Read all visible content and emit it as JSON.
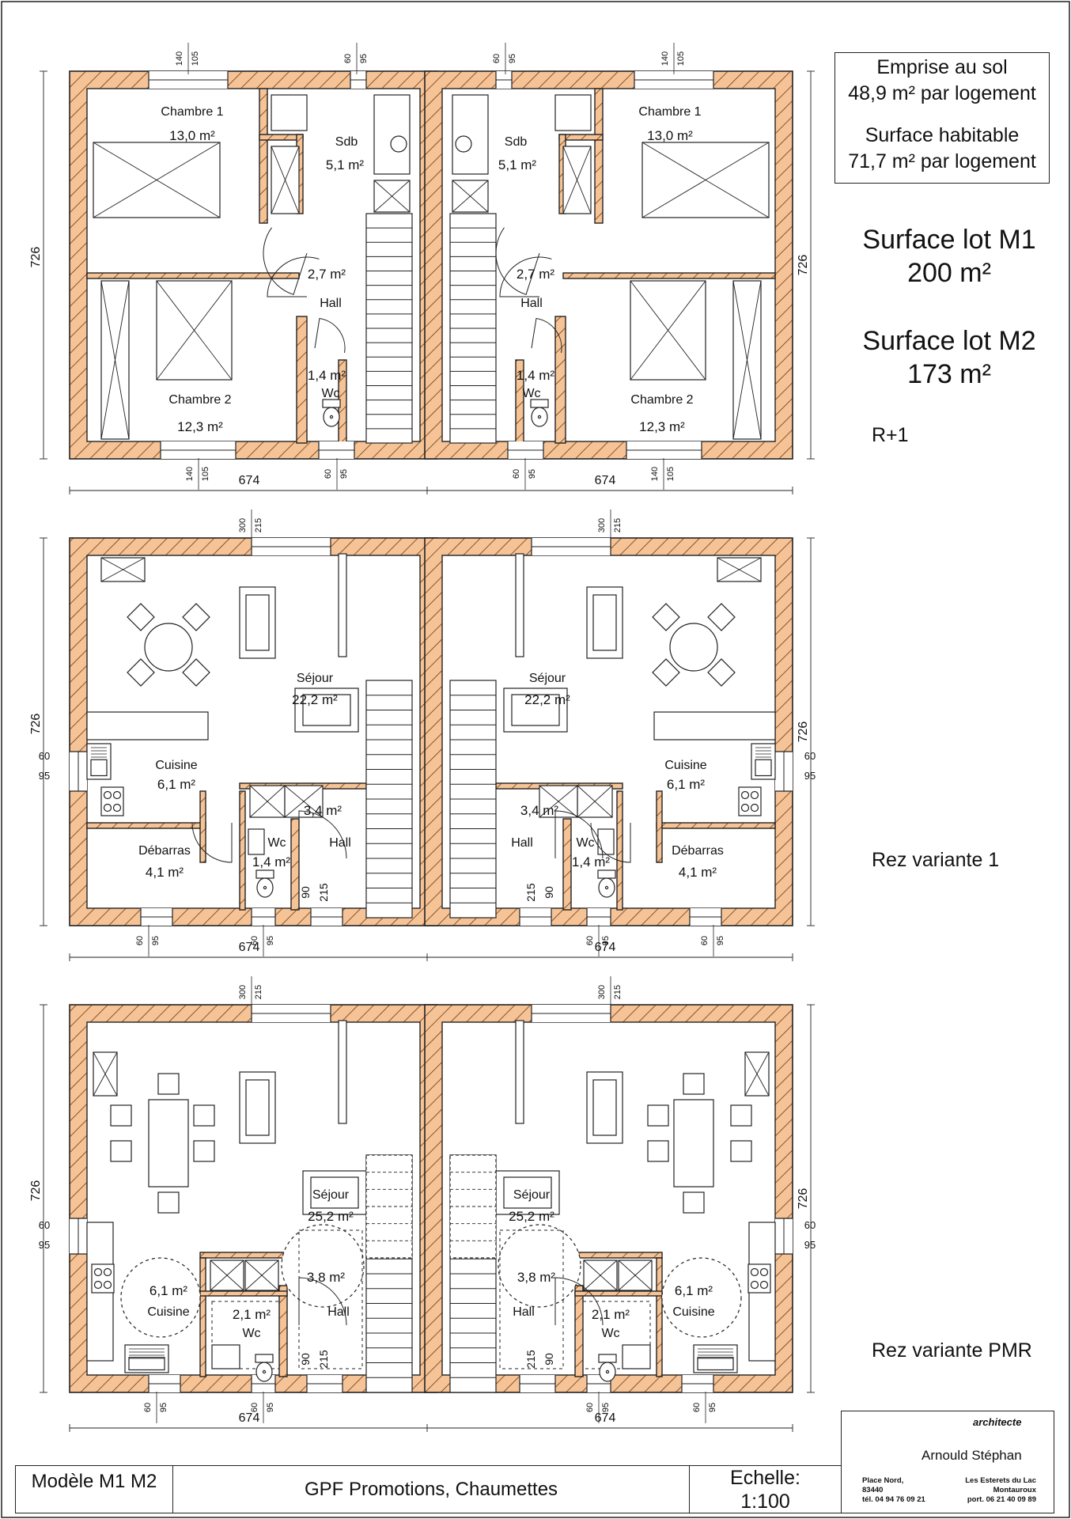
{
  "info": {
    "emprise_label": "Emprise au sol",
    "emprise_value": "48,9 m² par logement",
    "habitable_label": "Surface habitable",
    "habitable_value": "71,7 m² par logement"
  },
  "lots": {
    "m1_label": "Surface lot M1",
    "m1_value": "200 m²",
    "m2_label": "Surface lot M2",
    "m2_value": "173 m²"
  },
  "levels": {
    "r1": "R+1",
    "rez1": "Rez variante 1",
    "pmr": "Rez variante PMR"
  },
  "dims": {
    "width": "674",
    "depth": "726",
    "w140": "140",
    "w105": "105",
    "w60": "60",
    "w95": "95",
    "w300": "300",
    "w215": "215",
    "w90": "90"
  },
  "rooms": {
    "chambre1": "Chambre 1",
    "chambre1_area": "13,0 m²",
    "sdb": "Sdb",
    "sdb_area": "5,1 m²",
    "hall": "Hall",
    "hall_r1_area": "2,7 m²",
    "wc": "Wc",
    "wc_area": "1,4 m²",
    "chambre2": "Chambre 2",
    "chambre2_area": "12,3 m²",
    "sejour": "Séjour",
    "sejour1_area": "22,2 m²",
    "cuisine": "Cuisine",
    "cuisine_area": "6,1 m²",
    "hall_rez_area": "3,4 m²",
    "debarras": "Débarras",
    "debarras_area": "4,1 m²",
    "sejour_pmr_area": "25,2 m²",
    "hall_pmr_area": "3,8 m²",
    "wc_pmr_area": "2,1 m²"
  },
  "titleblock": {
    "model": "Modèle M1 M2",
    "client": "GPF Promotions, Chaumettes",
    "scale_label": "Echelle:",
    "scale_value": "1:100",
    "role": "architecte",
    "architect": "Arnould Stéphan",
    "addr1": "Place Nord,",
    "addr2": "83440",
    "addr3": "tél. 04 94 76 09 21",
    "addr4": "Les Esterets du Lac",
    "addr5": "Montauroux",
    "addr6": "port. 06 21 40 09 89"
  }
}
